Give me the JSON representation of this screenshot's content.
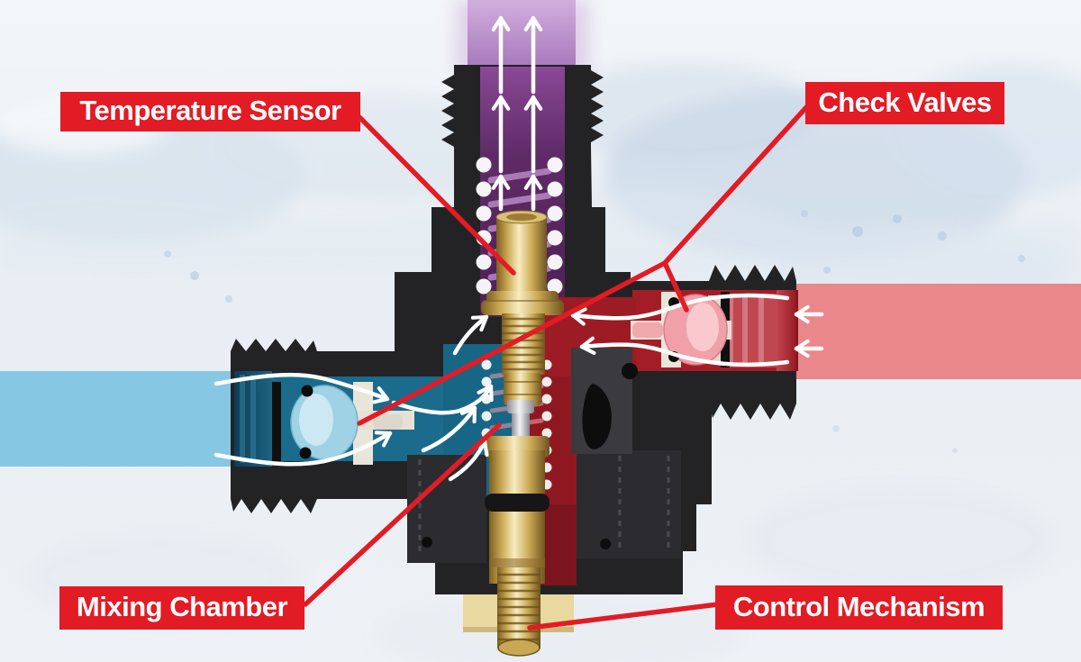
{
  "diagram": {
    "subject": "thermostatic-mixing-valve-cutaway",
    "labels": {
      "temperature_sensor": "Temperature Sensor",
      "check_valves": "Check Valves",
      "mixing_chamber": "Mixing Chamber",
      "control_mechanism": "Control Mechanism"
    },
    "colors": {
      "label_background": "#e31b24",
      "label_text": "#ffffff",
      "leader_line": "#e31b24",
      "cold_inlet_stream": "#86c7e4",
      "hot_inlet_stream": "#e9878a",
      "mixed_outlet_stream": "#b98fca",
      "cold_channel": "#1a6b8c",
      "hot_channel": "#a31d27",
      "outlet_channel": "#5c2a63",
      "valve_body": "#232326",
      "brass_components": "#caa853",
      "flow_arrows": "#ffffff",
      "background": "#eef2f6"
    }
  }
}
